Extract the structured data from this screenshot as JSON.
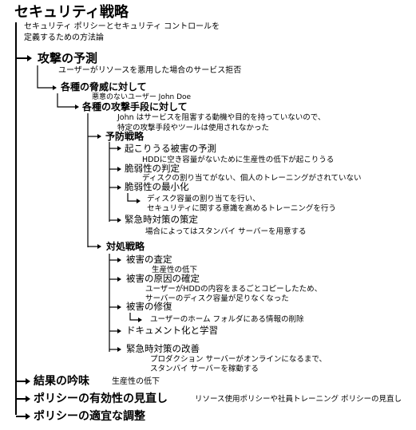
{
  "title": "セキュリティ戦略",
  "intro": [
    "セキュリティ ポリシーとセキュリティ コントロールを",
    "定義するための方法論"
  ],
  "attack_prediction": {
    "heading": "攻撃の予測",
    "desc": "ユーザーがリソースを悪用した場合のサービス拒否",
    "threats": {
      "heading": "各種の脅威に対して",
      "desc": "悪意のないユーザー John Doe"
    },
    "methods": {
      "heading": "各種の攻撃手段に対して",
      "desc": [
        "John はサービスを阻害する動機や目的を持っていないので、",
        "特定の攻撃手段やツールは使用されなかった"
      ]
    },
    "proactive": {
      "heading": "予防戦略",
      "items": [
        {
          "label": "起こりうる被害の予測",
          "desc": [
            "HDDに空き容量がないために生産性の低下が起こりうる"
          ]
        },
        {
          "label": "脆弱性の判定",
          "desc": [
            "ディスクの割り当てがない、個人のトレーニングがされていない"
          ]
        },
        {
          "label": "脆弱性の最小化",
          "desc": [
            "ディスク容量の割り当てを行い、",
            "セキュリティに関する意識を高めるトレーニングを行う"
          ]
        },
        {
          "label": "緊急時対策の策定",
          "desc": [
            "場合によってはスタンバイ サーバーを用意する"
          ]
        }
      ]
    },
    "reactive": {
      "heading": "対処戦略",
      "items": [
        {
          "label": "被害の査定",
          "desc": [
            "生産性の低下"
          ]
        },
        {
          "label": "被害の原因の確定",
          "desc": [
            "ユーザーがHDDの内容をまるごとコピーしたため、",
            "サーバーのディスク容量が足りなくなった"
          ]
        },
        {
          "label": "被害の修復",
          "desc": [
            "ユーザーのホーム フォルダにある情報の削除"
          ]
        },
        {
          "label": "ドキュメント化と学習",
          "desc": []
        },
        {
          "label": "緊急時対策の改善",
          "desc": [
            "プロダクション サーバーがオンラインになるまで、",
            "スタンバイ サーバーを稼動する"
          ]
        }
      ]
    }
  },
  "results": {
    "heading": "結果の吟味",
    "note": "生産性の低下"
  },
  "policy_effectiveness": {
    "heading": "ポリシーの有効性の見直し",
    "note": "リソース使用ポリシーや社員トレーニング ポリシーの見直し"
  },
  "policy_adjust": {
    "heading": "ポリシーの適宜な調整"
  }
}
